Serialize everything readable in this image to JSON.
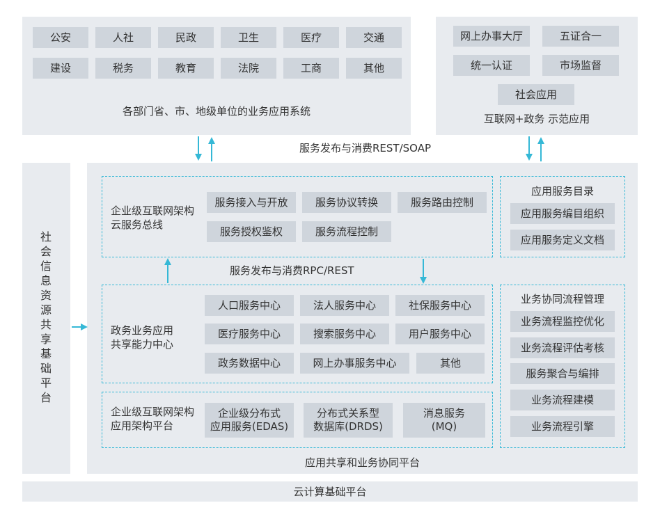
{
  "top_left": {
    "chips": [
      "公安",
      "人社",
      "民政",
      "卫生",
      "医疗",
      "交通",
      "建设",
      "税务",
      "教育",
      "法院",
      "工商",
      "其他"
    ],
    "caption": "各部门省、市、地级单位的业务应用系统"
  },
  "top_right": {
    "chips": [
      "网上办事大厅",
      "五证合一",
      "统一认证",
      "市场监督",
      "社会应用"
    ],
    "caption": "互联网+政务 示范应用"
  },
  "middle_label": "服务发布与消费REST/SOAP",
  "left_bar": {
    "label": "社会信息资源共享基础平台"
  },
  "service_bus": {
    "title_line1": "企业级互联网架构",
    "title_line2": "云服务总线",
    "chips": [
      "服务接入与开放",
      "服务协议转换",
      "服务路由控制",
      "服务授权鉴权",
      "服务流程控制"
    ]
  },
  "catalog": {
    "title": "应用服务目录",
    "chips": [
      "应用服务编目组织",
      "应用服务定义文档"
    ]
  },
  "rpc_label": "服务发布与消费RPC/REST",
  "capability": {
    "title_line1": "政务业务应用",
    "title_line2": "共享能力中心",
    "chips": [
      "人口服务中心",
      "法人服务中心",
      "社保服务中心",
      "医疗服务中心",
      "搜索服务中心",
      "用户服务中心",
      "政务数据中心",
      "网上办事服务中心",
      "其他"
    ]
  },
  "workflow": {
    "title": "业务协同流程管理",
    "chips": [
      "业务流程监控优化",
      "业务流程评估考核",
      "服务聚合与编排",
      "业务流程建模",
      "业务流程引擎"
    ]
  },
  "app_platform": {
    "title_line1": "企业级互联网架构",
    "title_line2": "应用架构平台",
    "chips": [
      {
        "line1": "企业级分布式",
        "line2": "应用服务(EDAS)"
      },
      {
        "line1": "分布式关系型",
        "line2": "数据库(DRDS)"
      },
      {
        "line1": "消息服务",
        "line2": "(MQ)"
      }
    ]
  },
  "platform_caption": "应用共享和业务协同平台",
  "bottom_bar": "云计算基础平台",
  "colors": {
    "panel": "#e8ebef",
    "chip": "#cfd5dc",
    "accent": "#35b8d6"
  }
}
